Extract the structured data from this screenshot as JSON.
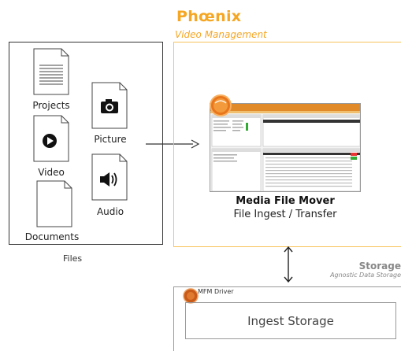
{
  "brand": {
    "title": "Phœnix",
    "subtitle": "Video Management"
  },
  "files": {
    "caption": "Files",
    "items": [
      {
        "label": "Projects"
      },
      {
        "label": "Picture"
      },
      {
        "label": "Video"
      },
      {
        "label": "Audio"
      },
      {
        "label": "Documents"
      }
    ]
  },
  "app": {
    "title": "Media File Mover",
    "subtitle": "File Ingest / Transfer"
  },
  "storage": {
    "title": "Storage",
    "subtitle": "Agnostic Data Storage",
    "driver": "MFM Driver",
    "box_label": "Ingest Storage"
  },
  "colors": {
    "accent": "#f5a623",
    "badge": "#e8761c"
  },
  "icons": [
    "document-icon",
    "camera-icon",
    "play-icon",
    "speaker-icon",
    "arrow-right-icon",
    "double-arrow-icon",
    "badge-icon"
  ]
}
